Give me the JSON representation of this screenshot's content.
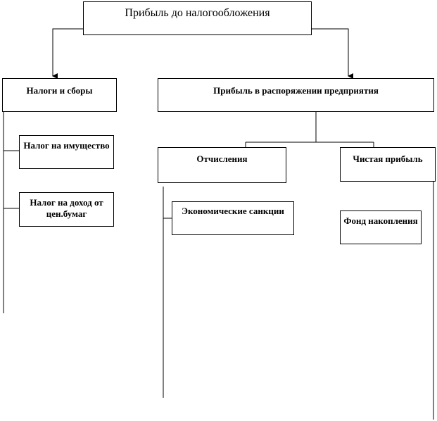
{
  "diagram": {
    "root": {
      "label": "Прибыль до налогообложения"
    },
    "taxes": {
      "label": "Налоги и сборы",
      "children": [
        {
          "label": "Налог на имущество"
        },
        {
          "label": "Налог на доход от цен.бумаг"
        }
      ]
    },
    "enterprise": {
      "label": "Прибыль в распоряжении предприятия",
      "deductions": {
        "label": "Отчисления",
        "children": [
          {
            "label": "Экономические санкции"
          }
        ]
      },
      "net_profit": {
        "label": "Чистая прибыль",
        "children": [
          {
            "label": "Фонд накопления"
          }
        ]
      }
    }
  }
}
